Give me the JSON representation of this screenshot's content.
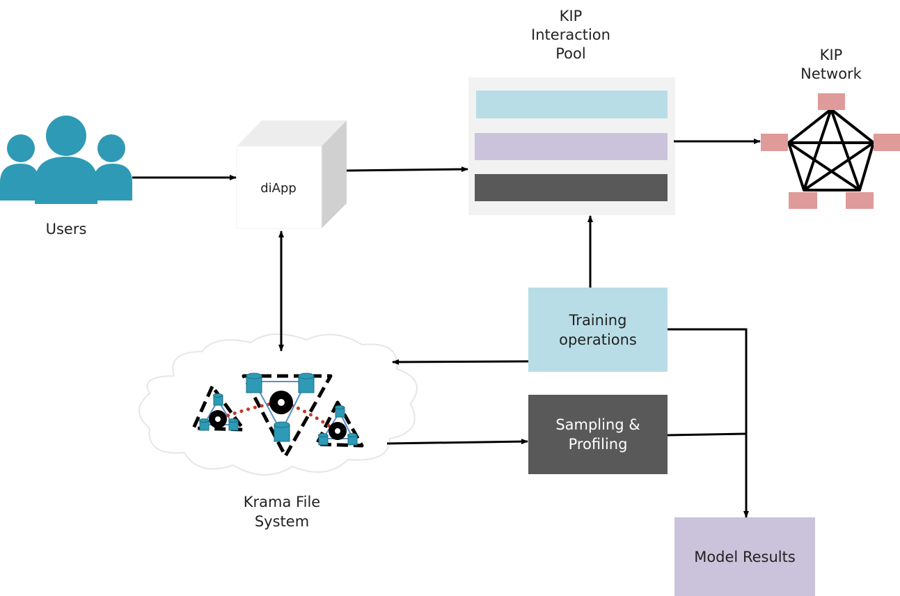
{
  "labels": {
    "users": "Users",
    "diapp": "diApp",
    "pool_line1": "KIP",
    "pool_line2": "Interaction",
    "pool_line3": "Pool",
    "network_line1": "KIP",
    "network_line2": "Network",
    "training_line1": "Training",
    "training_line2": "operations",
    "sampling_line1": "Sampling &",
    "sampling_line2": "Profiling",
    "krama_line1": "Krama File",
    "krama_line2": "System",
    "model_results": "Model Results"
  },
  "colors": {
    "users_icon": "#2e9ab5",
    "cube_front": "#ffffff",
    "cube_side": "#d0d0d0",
    "cube_top": "#ededed",
    "pool_bg": "#f2f2f2",
    "pool_bar_1": "#b9dde7",
    "pool_bar_2": "#cbc3dc",
    "pool_bar_3": "#595959",
    "network_node": "#df9a9a",
    "training_box": "#b9dde7",
    "sampling_box": "#595959",
    "model_box": "#cbc3dc",
    "cloud_stroke": "#e6e6e6",
    "cylinder": "#2e9ab5",
    "dotted_link": "#c0392b",
    "arrow": "#000000"
  },
  "icons": {
    "users": "users-group-icon",
    "cloud": "cloud-icon",
    "network": "network-pentagon-icon"
  }
}
